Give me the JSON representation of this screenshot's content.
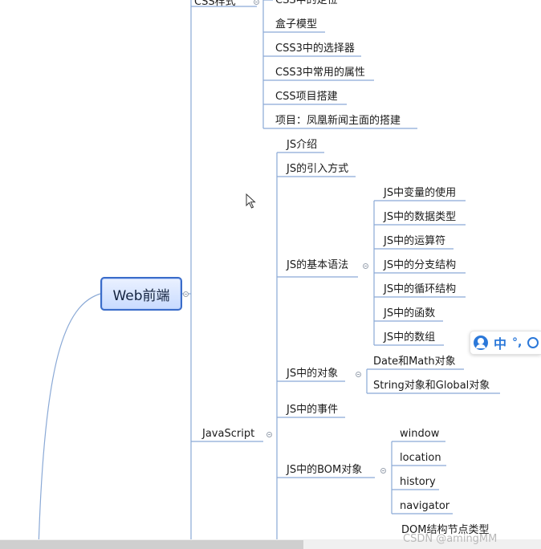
{
  "mindmap": {
    "root": "Web前端",
    "css_branch": {
      "label": "CSS样式",
      "children": [
        "CSS中的定位",
        "盒子模型",
        "CSS3中的选择器",
        "CSS3中常用的属性",
        "CSS项目搭建",
        "项目：凤凰新闻主面的搭建"
      ]
    },
    "js_branch": {
      "label": "JavaScript",
      "children": {
        "intro": "JS介绍",
        "import": "JS的引入方式",
        "syntax": {
          "label": "JS的基本语法",
          "children": [
            "JS中变量的使用",
            "JS中的数据类型",
            "JS中的运算符",
            "JS中的分支结构",
            "JS中的循环结构",
            "JS中的函数",
            "JS中的数组"
          ]
        },
        "objects": {
          "label": "JS中的对象",
          "children": [
            "Date和Math对象",
            "String对象和Global对象"
          ]
        },
        "events": "JS中的事件",
        "bom": {
          "label": "JS中的BOM对象",
          "children": [
            "window",
            "location",
            "history",
            "navigator"
          ]
        },
        "dom_partial": "DOM结构节点类型"
      }
    }
  },
  "ime_toolbar": {
    "mode": "中",
    "punct": "°,"
  },
  "watermark": "CSDN @amingMM",
  "colors": {
    "line": "#5b8fd6",
    "branch_line": "#7fa6d9",
    "accent": "#3a6cc9",
    "ime": "#2b78d9"
  }
}
